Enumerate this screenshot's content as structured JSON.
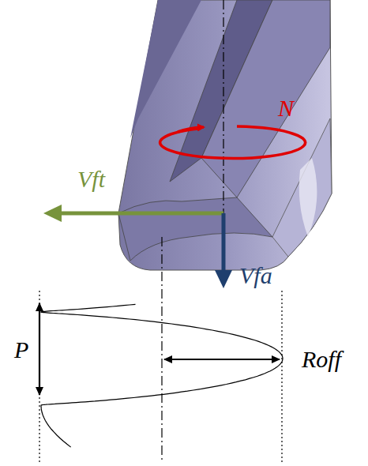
{
  "diagram": {
    "labels": [
      "N",
      "Vft",
      "Vfa",
      "P",
      "Roff"
    ]
  }
}
